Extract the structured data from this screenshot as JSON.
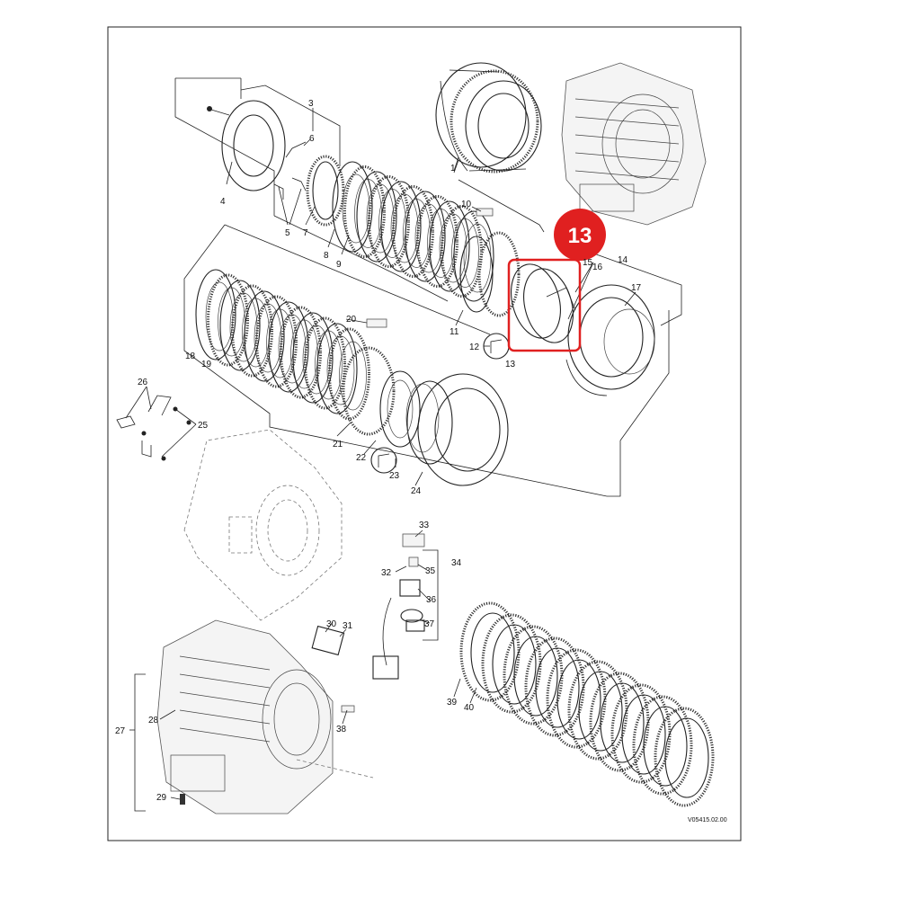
{
  "diagram": {
    "reference_code": "V05415.02.00",
    "highlight": {
      "label": "13",
      "color": "#e02020"
    },
    "callouts": [
      "1",
      "3",
      "4",
      "5",
      "6",
      "7",
      "8",
      "9",
      "10",
      "11",
      "12",
      "13",
      "14",
      "15",
      "16",
      "17",
      "18",
      "19",
      "20",
      "21",
      "22",
      "23",
      "24",
      "25",
      "26",
      "27",
      "28",
      "29",
      "30",
      "31",
      "32",
      "33",
      "34",
      "35",
      "36",
      "37",
      "38",
      "39",
      "40"
    ]
  }
}
